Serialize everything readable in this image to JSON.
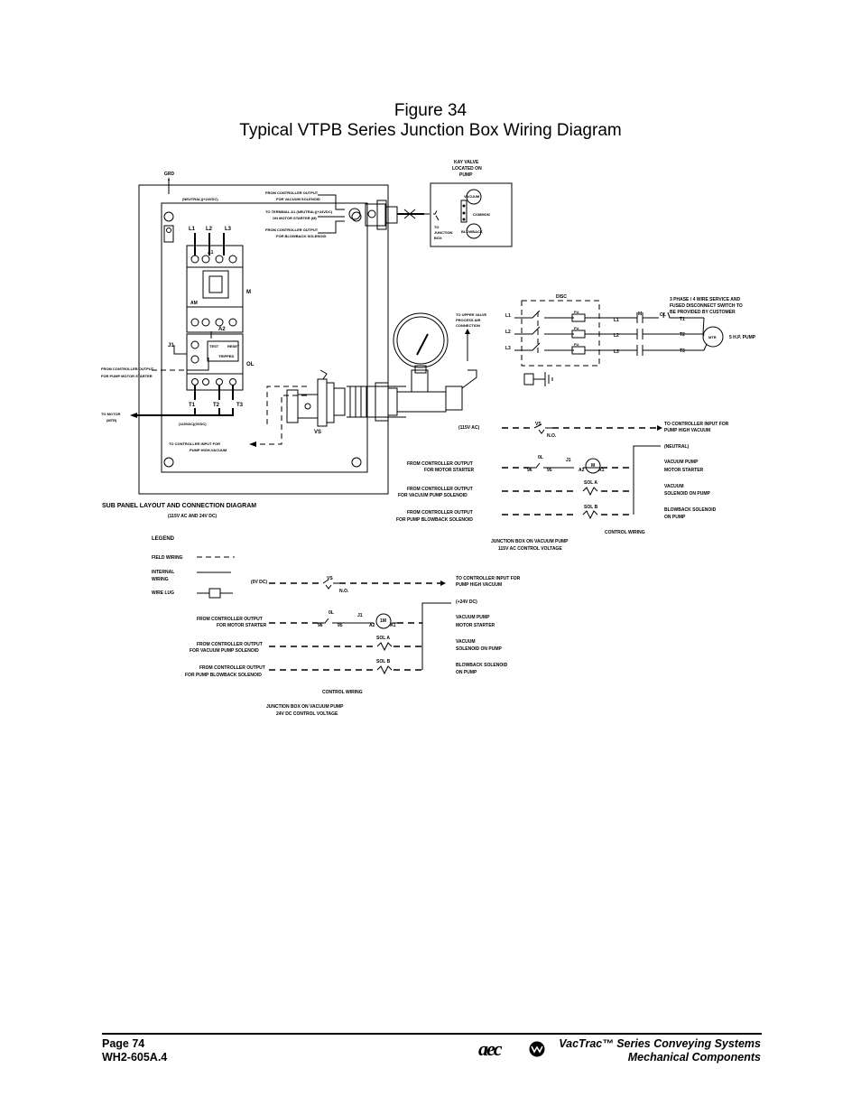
{
  "figure": {
    "number": "Figure 34",
    "title": "Typical VTPB Series Junction Box Wiring Diagram"
  },
  "subpanel": {
    "grd": "GRD",
    "neutral_24vdc": "(NEUTRAL)(+24VDC)",
    "ctrl_vac_sol_1": "FROM CONTROLLER OUTPUT",
    "ctrl_vac_sol_2": "FOR VACUUM SOLENOID",
    "term_a1_1": "TO TERMINAL A1 (NEUTRAL)(+24VDC)",
    "term_a1_2": "ON MOTOR STARTER (M)",
    "ctrl_blow_1": "FROM CONTROLLER OUTPUT",
    "ctrl_blow_2": "FOR BLOWBACK SOLENOID",
    "l1": "L1",
    "l2": "L2",
    "l3": "L3",
    "a1": "A1",
    "a2": "A2",
    "am": "AM",
    "m": "M",
    "ol": "OL",
    "j1": "J1",
    "t1": "T1",
    "t2": "T2",
    "t3": "T3",
    "test": "TEST",
    "reset": "RESET",
    "tripped": "TRIPPED",
    "ctrl_pump_starter_1": "FROM CONTROLLER OUTPUT",
    "ctrl_pump_starter_2": "FOR PUMP MOTOR STARTER",
    "to_motor_1": "TO MOTOR",
    "to_motor_2": "(MTR)",
    "v115_0vdc": "(115VAC)(0VDC)",
    "vs": "VS",
    "ctrl_input_1": "TO CONTROLLER INPUT FOR",
    "ctrl_input_2": "PUMP HIGH-VACUUM",
    "layout_title": "SUB PANEL LAYOUT AND CONNECTION DIAGRAM",
    "layout_sub": "(115V AC AND 24V DC)"
  },
  "kay_valve": {
    "title_1": "KAY VALVE",
    "title_2": "LOCATED ON",
    "title_3": "PUMP",
    "vacuum": "VACUUM",
    "common": "COMMON",
    "blowback": "BLOWBACK",
    "to_jb_1": "TO",
    "to_jb_2": "JUNCTION",
    "to_jb_3": "BOX"
  },
  "upper_valve": {
    "l1": "TO UPPER VALVE",
    "l2": "PROCESS AIR",
    "l3": "CONNECTION"
  },
  "power": {
    "disc": "DISC",
    "l1": "L1",
    "l2": "L2",
    "l3": "L3",
    "fu": "FU",
    "m": "M",
    "ol": "OL",
    "t1": "T1",
    "t2": "T2",
    "t3": "T3",
    "service_1": "3 PHASE / 4 WIRE SERVICE AND",
    "service_2": "FUSED DISCONNECT SWITCH TO",
    "service_3": "BE PROVIDED BY CUSTOMER",
    "mtr": "MTR",
    "pump": "5 H.P. PUMP"
  },
  "ac_control": {
    "v115": "(115V AC)",
    "vs": "VS",
    "no": "N.O.",
    "ctrl_in_1": "TO CONTROLLER INPUT FOR",
    "ctrl_in_2": "PUMP HIGH VACUUM",
    "neutral": "(NEUTRAL)",
    "ol": "0L",
    "j1": "J1",
    "m": "M",
    "n96": "96",
    "n95": "95",
    "a2": "A2",
    "a1": "A1",
    "from_ms_1": "FROM CONTROLLER OUTPUT",
    "from_ms_2": "FOR MOTOR STARTER",
    "vac_pump_1": "VACUUM PUMP",
    "vac_pump_2": "MOTOR STARTER",
    "from_vs_1": "FROM CONTROLLER OUTPUT",
    "from_vs_2": "FOR VACUUM PUMP SOLENOID",
    "sol_a": "SOL A",
    "vac_sol_1": "VACUUM",
    "vac_sol_2": "SOLENOID ON PUMP",
    "from_bs_1": "FROM CONTROLLER OUTPUT",
    "from_bs_2": "FOR PUMP BLOWBACK SOLENOID",
    "sol_b": "SOL B",
    "blow_sol_1": "BLOWBACK SOLENOID",
    "blow_sol_2": "ON PUMP",
    "control_wiring": "CONTROL WIRING",
    "caption_1": "JUNCTION BOX ON VACUUM PUMP",
    "caption_2": "115V AC CONTROL VOLTAGE"
  },
  "legend": {
    "title": "LEGEND",
    "field_wiring": "FIELD WIRING",
    "internal_1": "INTERNAL",
    "internal_2": "WIRING",
    "wire_lug": "WIRE LUG"
  },
  "dc_control": {
    "v0dc": "(0V DC)",
    "vs": "VS",
    "no": "N.O.",
    "ctrl_in_1": "TO CONTROLLER INPUT FOR",
    "ctrl_in_2": "PUMP HIGH VACUUM",
    "v24dc": "(+24V DC)",
    "ol": "0L",
    "j1": "J1",
    "m": "1M",
    "n96": "96",
    "n95": "95",
    "a2": "A2",
    "a1": "A1",
    "from_ms_1": "FROM CONTROLLER OUTPUT",
    "from_ms_2": "FOR MOTOR STARTER",
    "vac_pump_1": "VACUUM PUMP",
    "vac_pump_2": "MOTOR STARTER",
    "from_vs_1": "FROM CONTROLLER OUTPUT",
    "from_vs_2": "FOR VACUUM PUMP SOLENOID",
    "sol_a": "SOL A",
    "vac_sol_1": "VACUUM",
    "vac_sol_2": "SOLENOID ON PUMP",
    "from_bs_1": "FROM CONTROLLER OUTPUT",
    "from_bs_2": "FOR PUMP BLOWBACK SOLENOID",
    "sol_b": "SOL B",
    "blow_sol_1": "BLOWBACK SOLENOID",
    "blow_sol_2": "ON PUMP",
    "control_wiring": "CONTROL WIRING",
    "caption_1": "JUNCTION BOX ON VACUUM PUMP",
    "caption_2": "24V DC CONTROL VOLTAGE"
  },
  "footer": {
    "page": "Page 74",
    "doc": "WH2-605A.4",
    "logo": "aec",
    "product_1": "VacTrac™ Series Conveying Systems",
    "product_2": "Mechanical Components"
  }
}
